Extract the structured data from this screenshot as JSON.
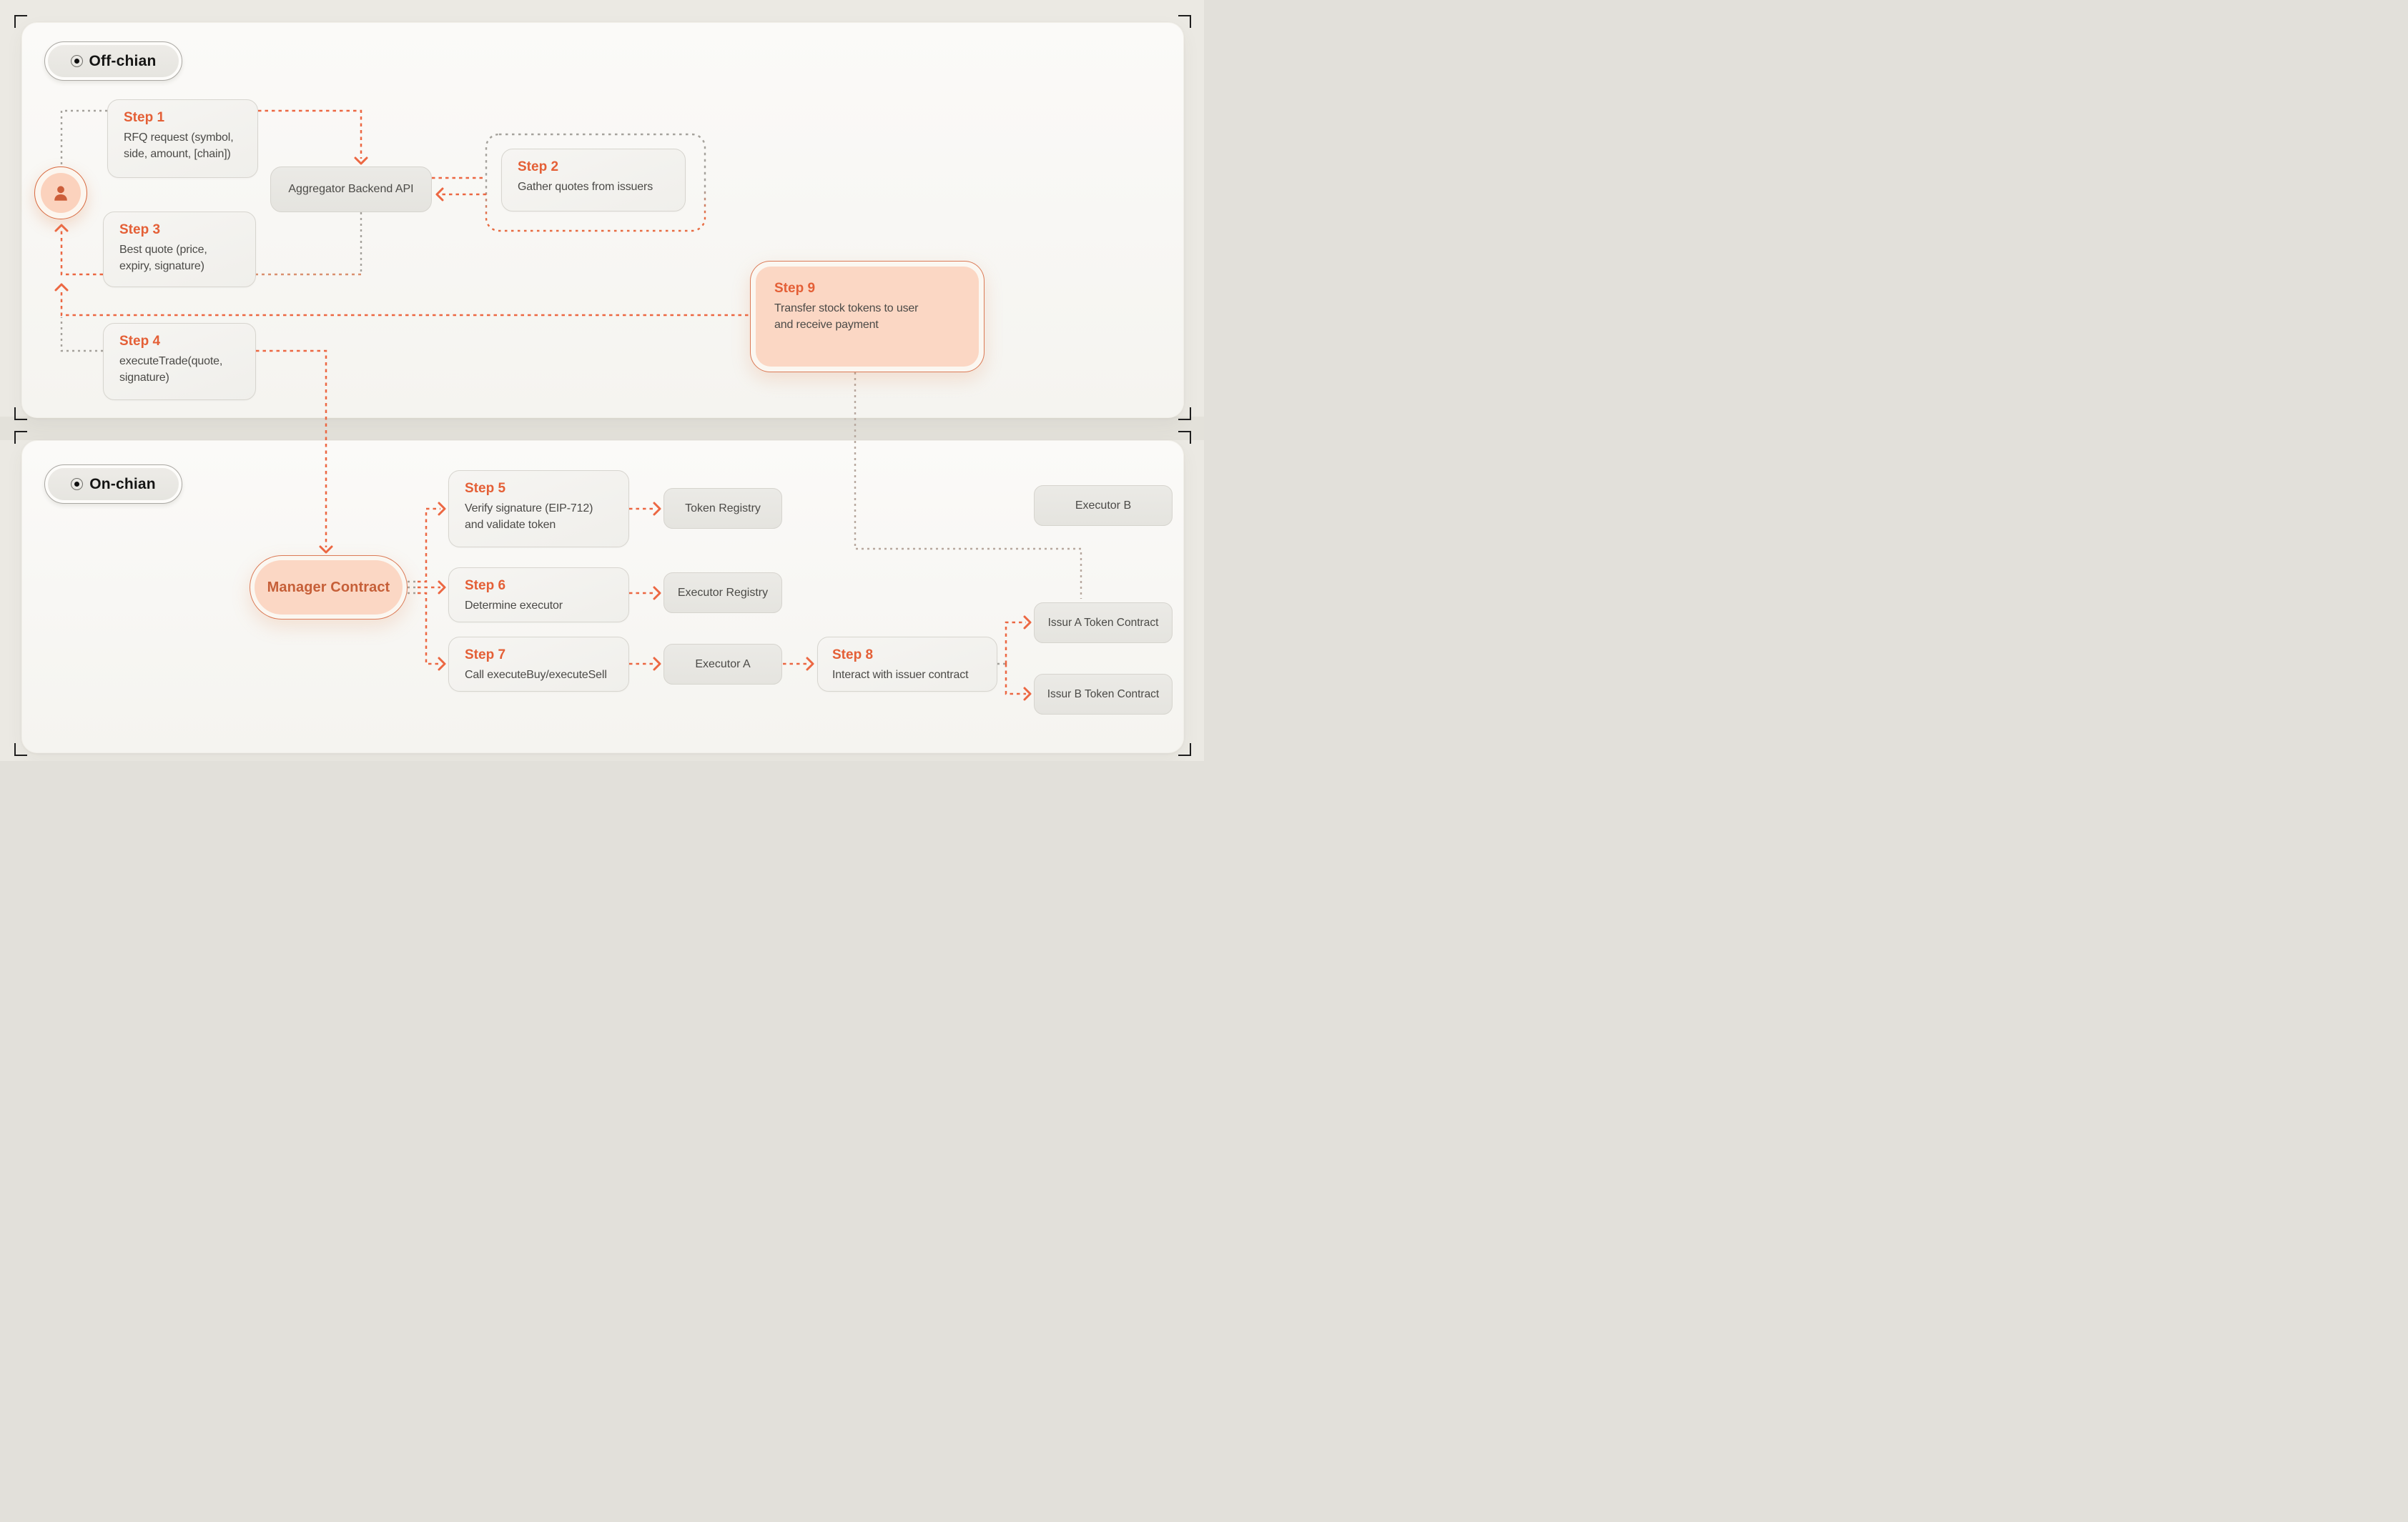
{
  "colors": {
    "accent": "#e8603a",
    "peach": "#fbd7c4",
    "line_orange": "#ec6742",
    "line_gray": "#a5a29c"
  },
  "icons": {
    "badge_bullet": "radio-dot-icon",
    "user": "person-icon"
  },
  "panels": {
    "offchain": {
      "badge": "Off-chian",
      "nodes": {
        "step1": {
          "title": "Step 1",
          "body": "RFQ request (symbol, side, amount, [chain])"
        },
        "aggregator": {
          "label": "Aggregator Backend API"
        },
        "step2": {
          "title": "Step 2",
          "body": "Gather quotes from issuers"
        },
        "step3": {
          "title": "Step 3",
          "body": "Best quote (price, expiry, signature)"
        },
        "step4": {
          "title": "Step 4",
          "body": "executeTrade(quote, signature)"
        },
        "step9": {
          "title": "Step 9",
          "body": "Transfer stock tokens to user and receive payment"
        }
      }
    },
    "onchain": {
      "badge": "On-chian",
      "nodes": {
        "manager": {
          "label": "Manager Contract"
        },
        "step5": {
          "title": "Step 5",
          "body": "Verify signature (EIP-712) and validate token"
        },
        "step6": {
          "title": "Step 6",
          "body": "Determine executor"
        },
        "step7": {
          "title": "Step 7",
          "body": "Call executeBuy/executeSell"
        },
        "step8": {
          "title": "Step 8",
          "body": "Interact with issuer contract"
        },
        "token_registry": {
          "label": "Token Registry"
        },
        "executor_registry": {
          "label": "Executor Registry"
        },
        "executor_a": {
          "label": "Executor A"
        },
        "executor_b": {
          "label": "Executor B"
        },
        "issuer_a": {
          "label": "Issur A Token Contract"
        },
        "issuer_b": {
          "label": "Issur B Token Contract"
        }
      }
    }
  }
}
